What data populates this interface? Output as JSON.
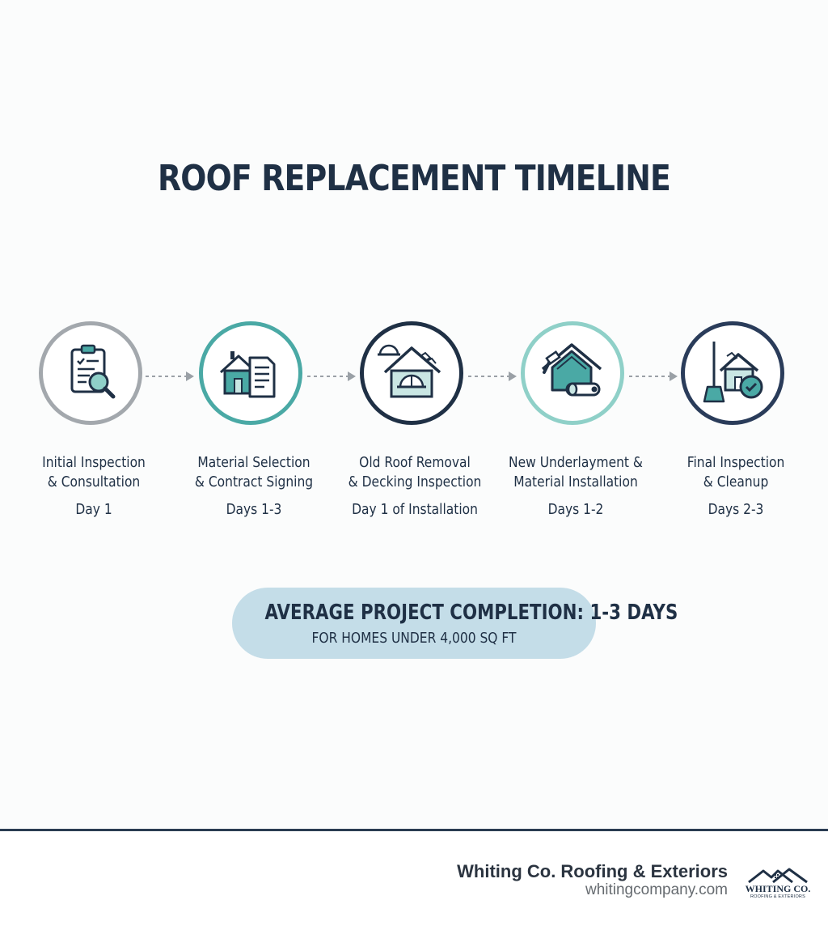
{
  "title": "ROOF REPLACEMENT TIMELINE",
  "steps": [
    {
      "line1": "Initial Inspection",
      "line2": "& Consultation",
      "duration": "Day 1",
      "icon": "clipboard-magnifier-icon",
      "ring_color": "#a3a8ad"
    },
    {
      "line1": "Material Selection",
      "line2": "& Contract Signing",
      "duration": "Days 1-3",
      "icon": "house-contract-icon",
      "ring_color": "#4aa9a5"
    },
    {
      "line1": "Old Roof Removal",
      "line2": "& Decking Inspection",
      "duration": "Day 1 of Installation",
      "icon": "house-hardhat-icon",
      "ring_color": "#1f3045"
    },
    {
      "line1": "New Underlayment &",
      "line2": "Material Installation",
      "duration": "Days 1-2",
      "icon": "house-roll-icon",
      "ring_color": "#8fd0c8"
    },
    {
      "line1": "Final Inspection",
      "line2": "& Cleanup",
      "duration": "Days 2-3",
      "icon": "house-check-broom-icon",
      "ring_color": "#2a3c5a"
    }
  ],
  "summary": {
    "headline": "AVERAGE PROJECT COMPLETION: 1-3 DAYS",
    "subtext": "FOR HOMES UNDER 4,000 SQ FT"
  },
  "footer": {
    "company": "Whiting Co. Roofing & Exteriors",
    "url": "whitingcompany.com",
    "logo_name": "WHITING CO.",
    "logo_sub": "ROOFING & EXTERIORS"
  },
  "colors": {
    "navy": "#1f3045",
    "teal": "#4aa9a5",
    "mint": "#8fd0c8",
    "pill": "#c4dde8",
    "gray": "#a3a8ad"
  }
}
